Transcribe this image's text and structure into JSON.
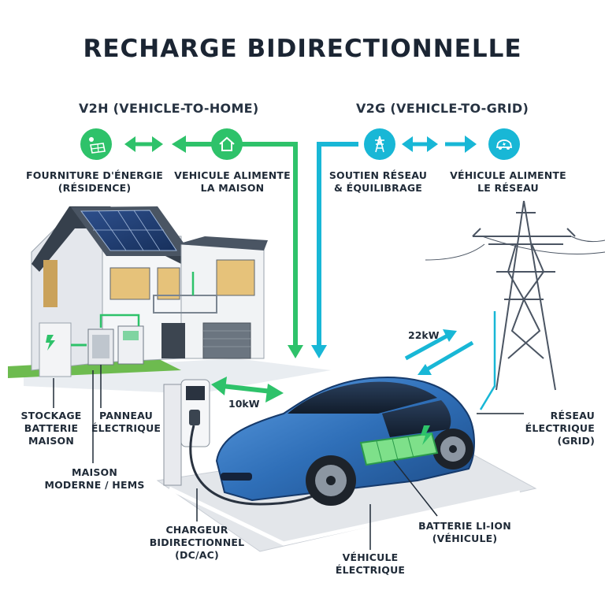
{
  "title": "RECHARGE BIDIRECTIONNELLE",
  "v2h": {
    "heading": "V2H (VEHICLE-TO-HOME)",
    "left_label_line1": "FOURNITURE D'ÉNERGIE",
    "left_label_line2": "(RÉSIDENCE)",
    "right_label_line1": "VEHICULE ALIMENTE",
    "right_label_line2": "LA MAISON",
    "power": "10kW"
  },
  "v2g": {
    "heading": "V2G (VEHICLE-TO-GRID)",
    "left_label_line1": "SOUTIEN RÉSEAU",
    "left_label_line2": "& ÉQUILIBRAGE",
    "right_label_line1": "VÉHICULE ALIMENTE",
    "right_label_line2": "LE RÉSEAU",
    "power": "22kW"
  },
  "labels": {
    "storage_line1": "STOCKAGE",
    "storage_line2": "BATTERIE",
    "storage_line3": "MAISON",
    "panel_line1": "PANNEAU",
    "panel_line2": "ÉLECTRIQUE",
    "house_line1": "MAISON",
    "house_line2": "MODERNE / HEMS",
    "charger_line1": "CHARGEUR",
    "charger_line2": "BIDIRECTIONNEL",
    "charger_line3": "(DC/AC)",
    "vehicle_line1": "VÉHICULE",
    "vehicle_line2": "ÉLECTRIQUE",
    "battery_line1": "BATTERIE LI-ION",
    "battery_line2": "(VÉHICULE)",
    "grid_line1": "RÉSEAU",
    "grid_line2": "ÉLECTRIQUE",
    "grid_line3": "(GRID)"
  },
  "icons": {
    "solar": "solar-panel-icon",
    "home": "home-icon",
    "tower": "power-tower-icon",
    "car": "car-icon"
  },
  "colors": {
    "green": "#2ec26a",
    "teal": "#18b7d6",
    "car_blue": "#2f6fb8"
  }
}
